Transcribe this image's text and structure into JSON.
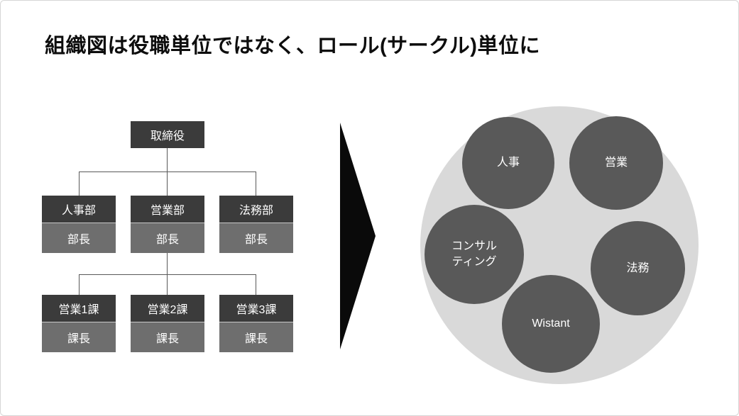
{
  "title": "組織図は役職単位ではなく、ロール(サークル)単位に",
  "org_chart": {
    "root": "取締役",
    "departments": [
      {
        "name": "人事部",
        "role": "部長"
      },
      {
        "name": "営業部",
        "role": "部長"
      },
      {
        "name": "法務部",
        "role": "部長"
      }
    ],
    "sections": [
      {
        "name": "営業1課",
        "role": "課長"
      },
      {
        "name": "営業2課",
        "role": "課長"
      },
      {
        "name": "営業3課",
        "role": "課長"
      }
    ]
  },
  "circle_diagram": {
    "roles": [
      {
        "label": "人事"
      },
      {
        "label": "営業"
      },
      {
        "label": "コンサル\nティング"
      },
      {
        "label": "法務"
      },
      {
        "label": "Wistant"
      }
    ]
  },
  "colors": {
    "box_dark": "#3b3b3b",
    "box_light": "#6e6e6e",
    "connector": "#595959",
    "arrow": "#0a0a0a",
    "circle_outer": "#d9d9d9",
    "circle_inner": "#595959"
  }
}
